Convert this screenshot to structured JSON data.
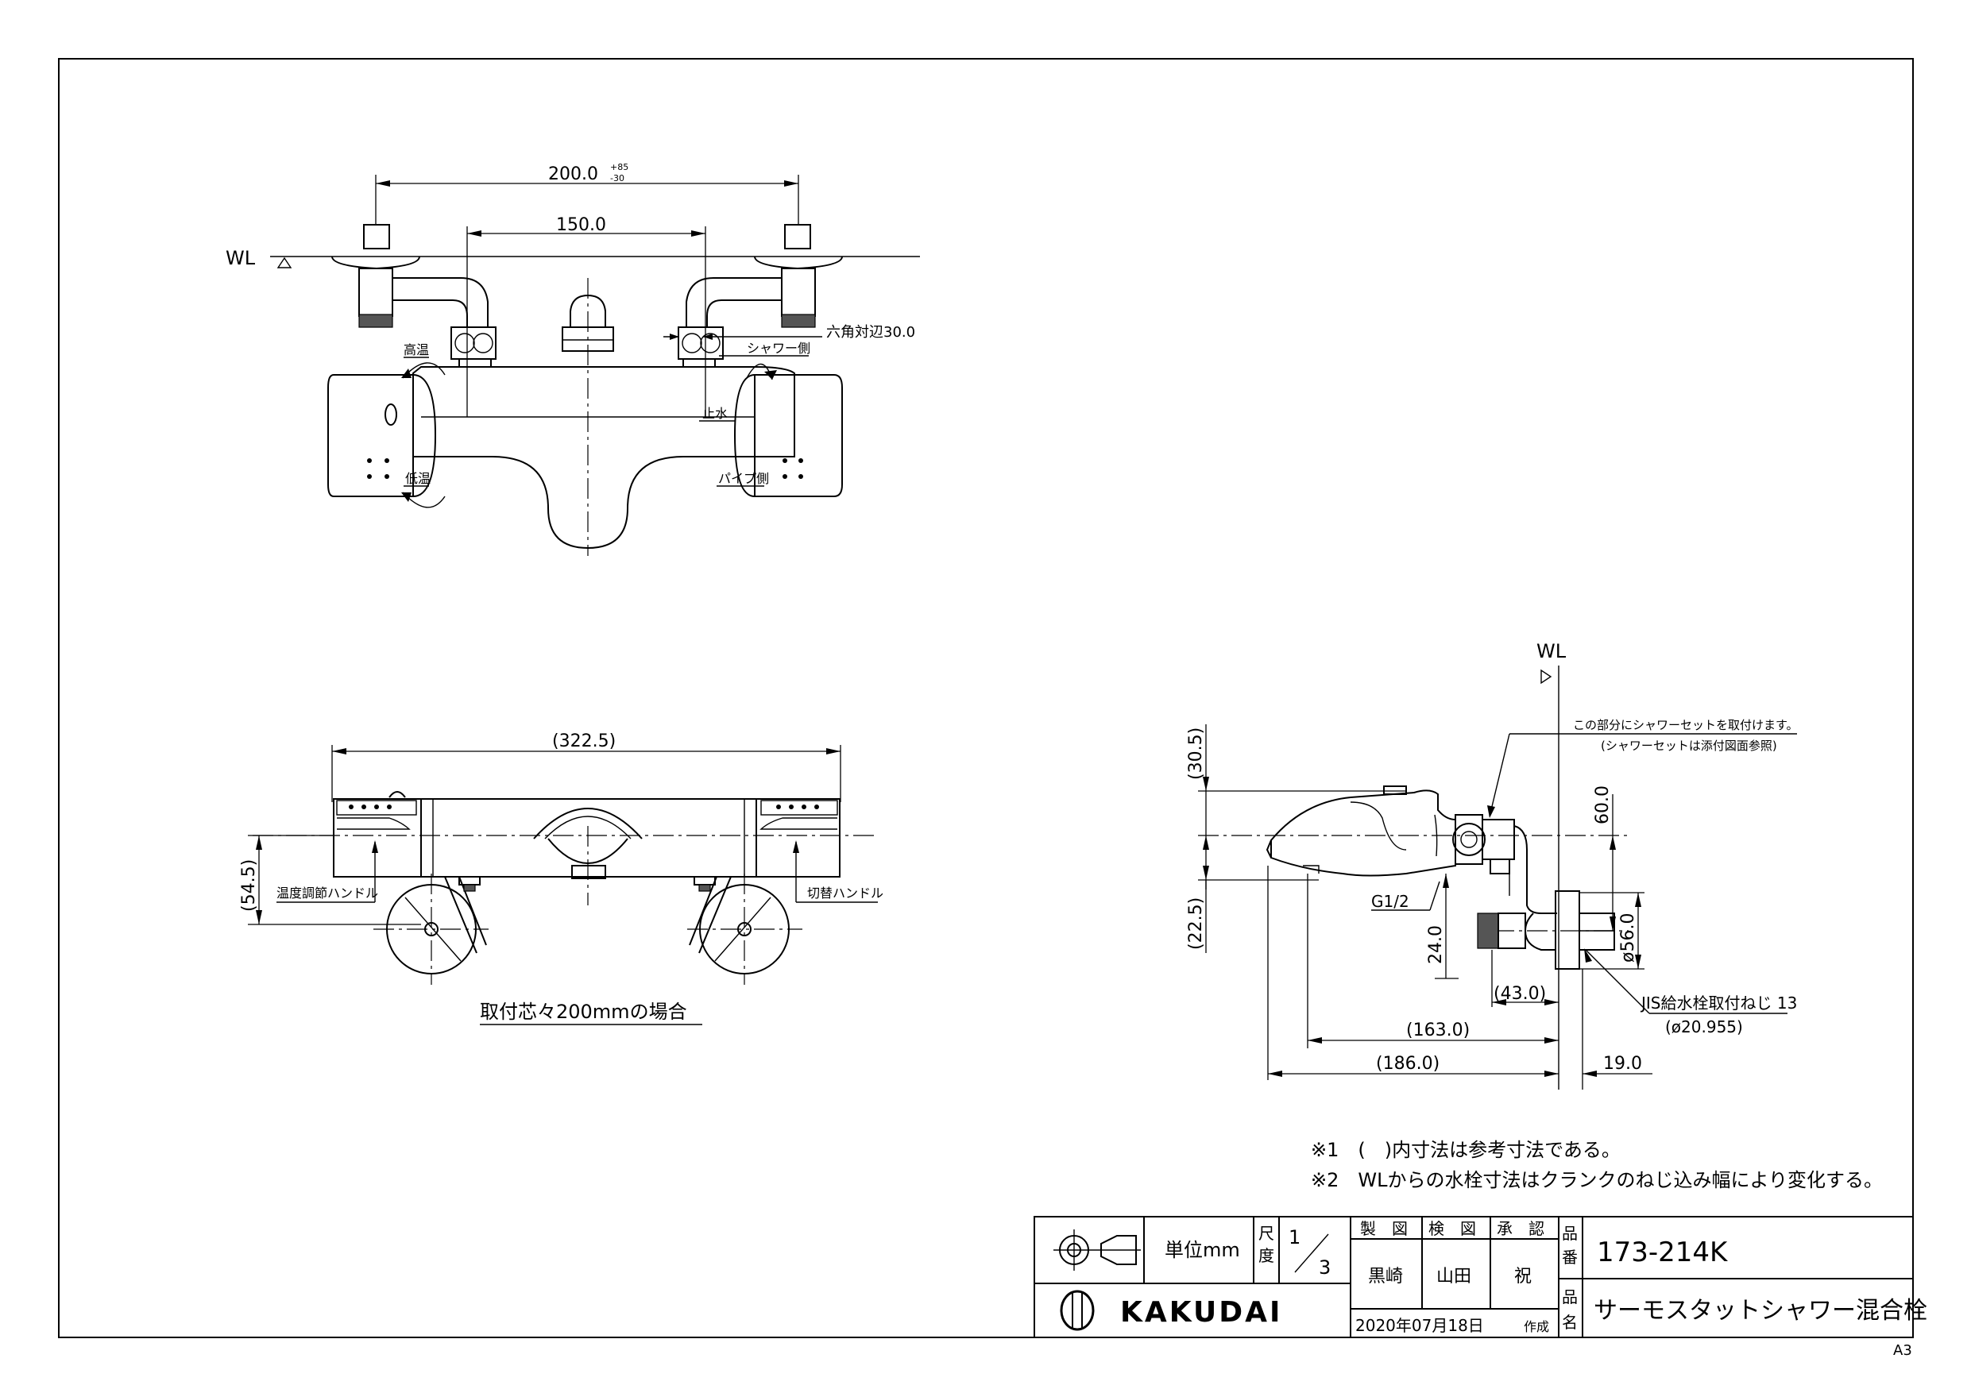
{
  "sheet_size": "A3",
  "front_view": {
    "dim_overall": "200.0",
    "dim_tol_plus": "+85",
    "dim_tol_minus": "-30",
    "dim_inner": "150.0",
    "wl": "WL",
    "label_high": "高温",
    "label_low": "低温",
    "label_hex": "六角対辺30.0",
    "label_shower": "シャワー側",
    "label_stop": "止水",
    "label_pipe": "パイプ側"
  },
  "plan_view": {
    "dim_width": "(322.5)",
    "dim_height": "(54.5)",
    "label_temp_handle": "温度調節ハンドル",
    "label_switch_handle": "切替ハンドル",
    "caption": "取付芯々200mmの場合"
  },
  "side_view": {
    "wl": "WL",
    "note_shower_set": "この部分にシャワーセットを取付けます。",
    "note_shower_ref": "(シャワーセットは添付図面参照)",
    "dim_30_5": "(30.5)",
    "dim_22_5": "(22.5)",
    "dim_60": "60.0",
    "dim_56": "ø56.0",
    "label_g12": "G1/2",
    "dim_24": "24.0",
    "dim_43": "(43.0)",
    "dim_163": "(163.0)",
    "dim_186": "(186.0)",
    "dim_19": "19.0",
    "label_jis": "JIS給水栓取付ねじ 13",
    "label_jis_dia": "(ø20.955)"
  },
  "notes": [
    "※1　(　)内寸法は参考寸法である。",
    "※2　WLからの水栓寸法はクランクのねじ込み幅により変化する。"
  ],
  "title_block": {
    "unit_label": "単位mm",
    "scale_label_1": "尺",
    "scale_label_2": "度",
    "scale_num": "1",
    "scale_den": "3",
    "made_label": "製　図",
    "check_label": "検　図",
    "approve_label": "承　認",
    "made_by": "黒崎",
    "checked_by": "山田",
    "approved_by": "祝",
    "part_no_label_1": "品",
    "part_no_label_2": "番",
    "part_name_label_1": "品",
    "part_name_label_2": "名",
    "part_no": "173-214K",
    "part_name": "サーモスタットシャワー混合栓",
    "company": "KAKUDAI",
    "date": "2020年07月18日",
    "created": "作成"
  }
}
